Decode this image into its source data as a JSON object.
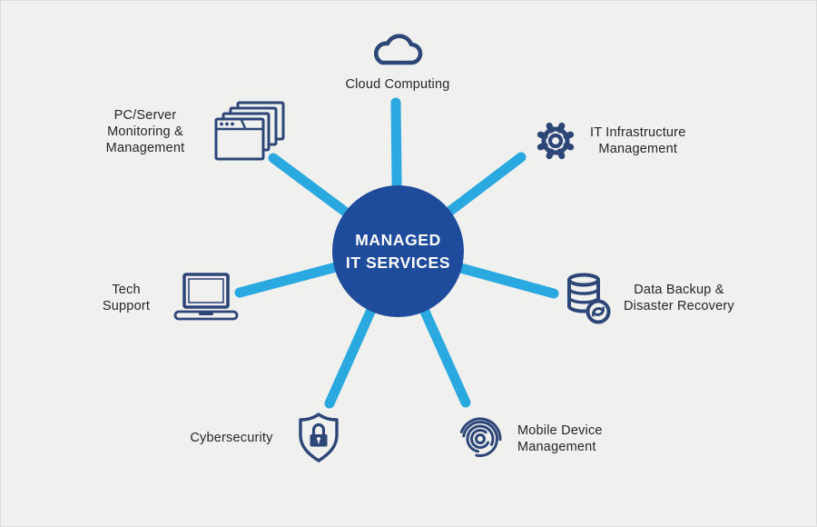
{
  "title": "Managed IT Services diagram",
  "colors": {
    "background": "#f0f0ef",
    "hub": "#1f4b9c",
    "spoke": "#2aa8e0",
    "icon": "#2d4678",
    "label": "#262626",
    "hub_text": "#ffffff"
  },
  "hub": {
    "lines": [
      "MANAGED",
      "IT SERVICES"
    ]
  },
  "services": [
    {
      "id": "cloud-computing",
      "icon": "cloud-icon",
      "lines": [
        "Cloud Computing"
      ]
    },
    {
      "id": "pc-server-monitoring",
      "icon": "stacked-windows-icon",
      "lines": [
        "PC/Server",
        "Monitoring &",
        "Management"
      ]
    },
    {
      "id": "it-infrastructure",
      "icon": "gear-icon",
      "lines": [
        "IT Infrastructure",
        "Management"
      ]
    },
    {
      "id": "tech-support",
      "icon": "laptop-icon",
      "lines": [
        "Tech",
        "Support"
      ]
    },
    {
      "id": "data-backup",
      "icon": "database-sync-icon",
      "lines": [
        "Data Backup &",
        "Disaster Recovery"
      ]
    },
    {
      "id": "cybersecurity",
      "icon": "shield-lock-icon",
      "lines": [
        "Cybersecurity"
      ]
    },
    {
      "id": "mobile-device-management",
      "icon": "fingerprint-icon",
      "lines": [
        "Mobile Device",
        "Management"
      ]
    }
  ]
}
